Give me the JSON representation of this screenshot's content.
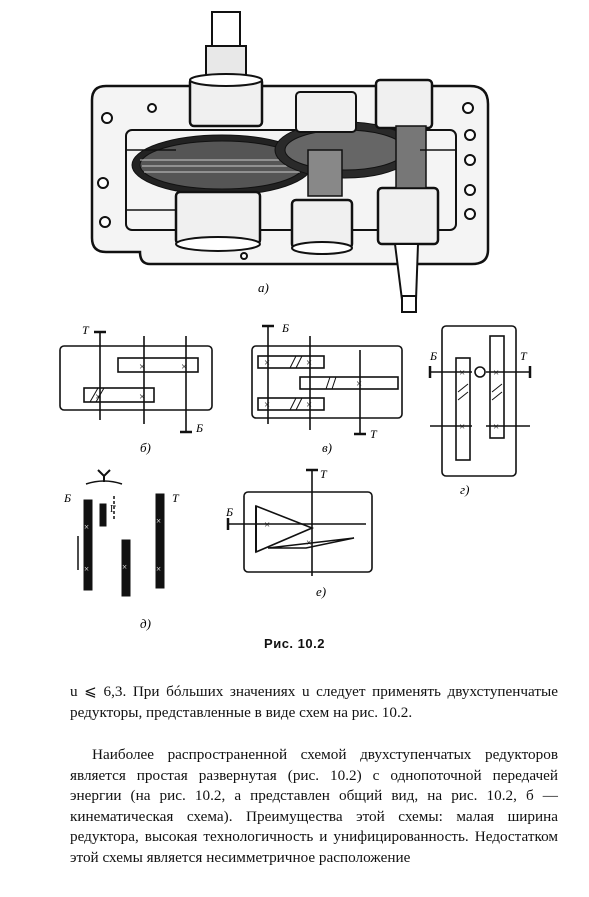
{
  "figure": {
    "caption": "Рис. 10.2",
    "subfig_labels": [
      "а)",
      "б)",
      "в)",
      "г)",
      "д)",
      "е)"
    ],
    "shaft_labels": {
      "T": "Т",
      "B": "Б"
    }
  },
  "text": {
    "para1": "u ⩽ 6,3. При бóльших значениях u следует применять двухступенчатые редукторы, представленные в виде схем на рис. 10.2.",
    "para2": "Наиболее распространенной схемой двухступенчатых редукторов является простая развернутая (рис. 10.2) с однопоточной передачей энергии (на рис. 10.2, а представлен общий вид, на рис. 10.2, б — кинематическая схема). Преимущества этой схемы: малая ширина редуктора, высокая технологичность и унифицированность. Недостатком этой схемы является несимметричное расположение"
  }
}
